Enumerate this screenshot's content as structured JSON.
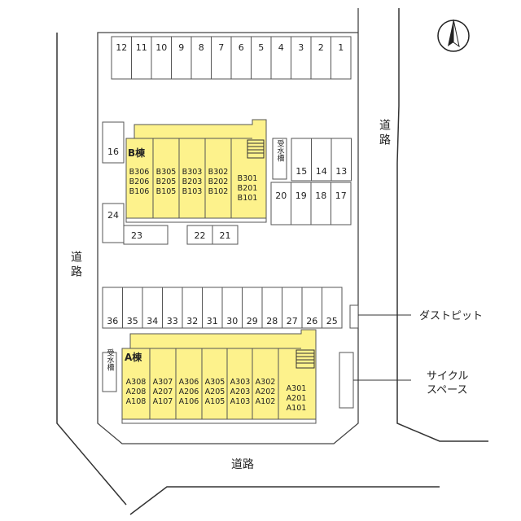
{
  "map": {
    "compass": {
      "north_label": "N"
    },
    "colors": {
      "building": "#fdf28c",
      "outline": "#555555",
      "road_line": "#333333"
    },
    "roads": {
      "north_east": "道路",
      "west": "道路",
      "south": "道路"
    },
    "parking": {
      "top_row": [
        "12",
        "11",
        "10",
        "9",
        "8",
        "7",
        "6",
        "5",
        "4",
        "3",
        "2",
        "1"
      ],
      "right_top_row": [
        "15",
        "14",
        "13"
      ],
      "right_bottom_row": [
        "20",
        "19",
        "18",
        "17"
      ],
      "left_upper": "16",
      "left_lower": "24",
      "row_mid_left": "23",
      "row_mid_right": [
        "22",
        "21"
      ],
      "middle_row": [
        "36",
        "35",
        "34",
        "33",
        "32",
        "31",
        "30",
        "29",
        "28",
        "27",
        "26",
        "25"
      ]
    },
    "building_b": {
      "name": "B棟",
      "columns": [
        [
          "B306",
          "B206",
          "B106"
        ],
        [
          "B305",
          "B205",
          "B105"
        ],
        [
          "B303",
          "B203",
          "B103"
        ],
        [
          "B302",
          "B202",
          "B102"
        ],
        [
          "B301",
          "B201",
          "B101"
        ]
      ],
      "water_tank": "受水槽"
    },
    "building_a": {
      "name": "A棟",
      "columns": [
        [
          "A308",
          "A208",
          "A108"
        ],
        [
          "A307",
          "A207",
          "A107"
        ],
        [
          "A306",
          "A206",
          "A106"
        ],
        [
          "A305",
          "A205",
          "A105"
        ],
        [
          "A303",
          "A203",
          "A103"
        ],
        [
          "A302",
          "A202",
          "A102"
        ],
        [
          "A301",
          "A201",
          "A101"
        ]
      ],
      "water_tank": "受水槽"
    },
    "legend": {
      "dust_pit": "ダストピット",
      "cycle_space_line1": "サイクル",
      "cycle_space_line2": "スペース"
    }
  }
}
